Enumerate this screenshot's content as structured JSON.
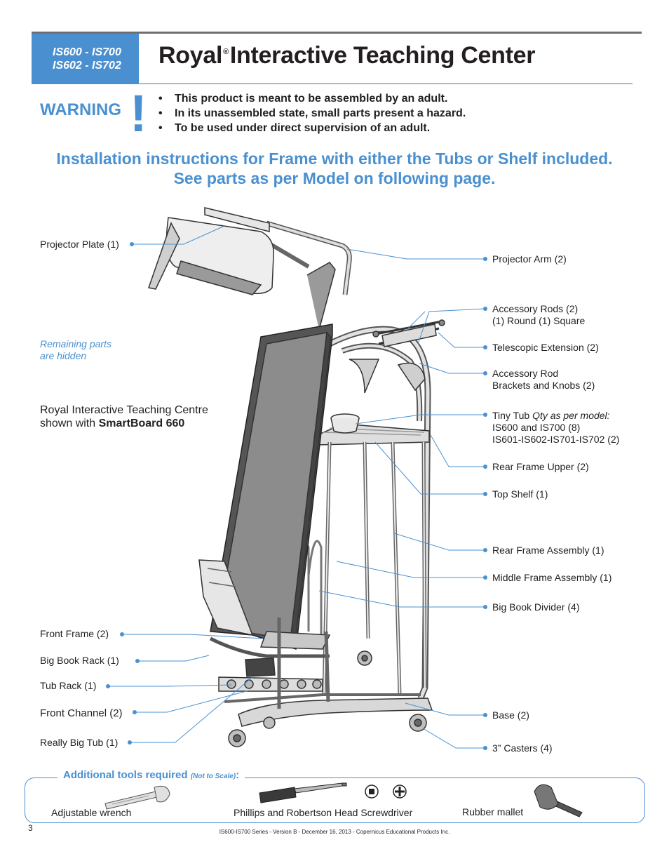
{
  "header": {
    "models_line1": "IS600 - IS700",
    "models_line2": "IS602 - IS702",
    "title_part1": "Royal",
    "registered": "®",
    "title_part2": "Interactive Teaching Center"
  },
  "warning": {
    "label": "WARNING",
    "mark": "!",
    "items": [
      "This product is meant to be assembled by an adult.",
      "In its unassembled state, small parts present a hazard.",
      "To be used under direct supervision of an adult."
    ]
  },
  "subtitle": {
    "line1": "Installation instructions for Frame with either the Tubs or Shelf included.",
    "line2": "See parts as per Model on following page."
  },
  "diagram": {
    "hidden_note_line1": "Remaining parts",
    "hidden_note_line2": "are hidden",
    "caption_line1": "Royal Interactive Teaching Centre",
    "caption_line2_prefix": "shown with ",
    "caption_line2_bold": "SmartBoard 660",
    "labels_left": [
      "Projector Plate (1)",
      "Front Frame (2)",
      "Big Book Rack (1)",
      "Tub Rack (1)",
      "Front Channel (2)",
      "Really Big Tub (1)"
    ],
    "labels_right": {
      "projector_arm": "Projector Arm (2)",
      "accessory_rods_1": "Accessory Rods (2)",
      "accessory_rods_2": "(1) Round (1) Square",
      "telescopic": "Telescopic Extension (2)",
      "brackets_1": "Accessory Rod",
      "brackets_2": "Brackets and Knobs (2)",
      "tiny_tub_1": "Tiny Tub ",
      "tiny_tub_1_italic": "Qty as per model:",
      "tiny_tub_2": "IS600 and IS700 (8)",
      "tiny_tub_3": "IS601-IS602-IS701-IS702 (2)",
      "rear_frame_upper": "Rear Frame Upper (2)",
      "top_shelf": "Top Shelf (1)",
      "rear_frame_assembly": "Rear Frame Assembly (1)",
      "middle_frame_assembly": "Middle Frame Assembly (1)",
      "big_book_divider": "Big Book Divider (4)",
      "base": "Base (2)",
      "casters": "3” Casters (4)"
    }
  },
  "tools": {
    "heading": "Additional tools required",
    "heading_note": "(Not to Scale)",
    "heading_colon": ":",
    "items": [
      "Adjustable wrench",
      "Phillips and Robertson Head Screwdriver",
      "Rubber mallet"
    ]
  },
  "footer": {
    "page_number": "3",
    "text": "IS600-IS700 Series - Version B - December 16, 2013 - Copernicus Educational Products Inc."
  },
  "colors": {
    "accent": "#4a90d0",
    "text": "#231f20",
    "rule": "#6d6e71"
  }
}
